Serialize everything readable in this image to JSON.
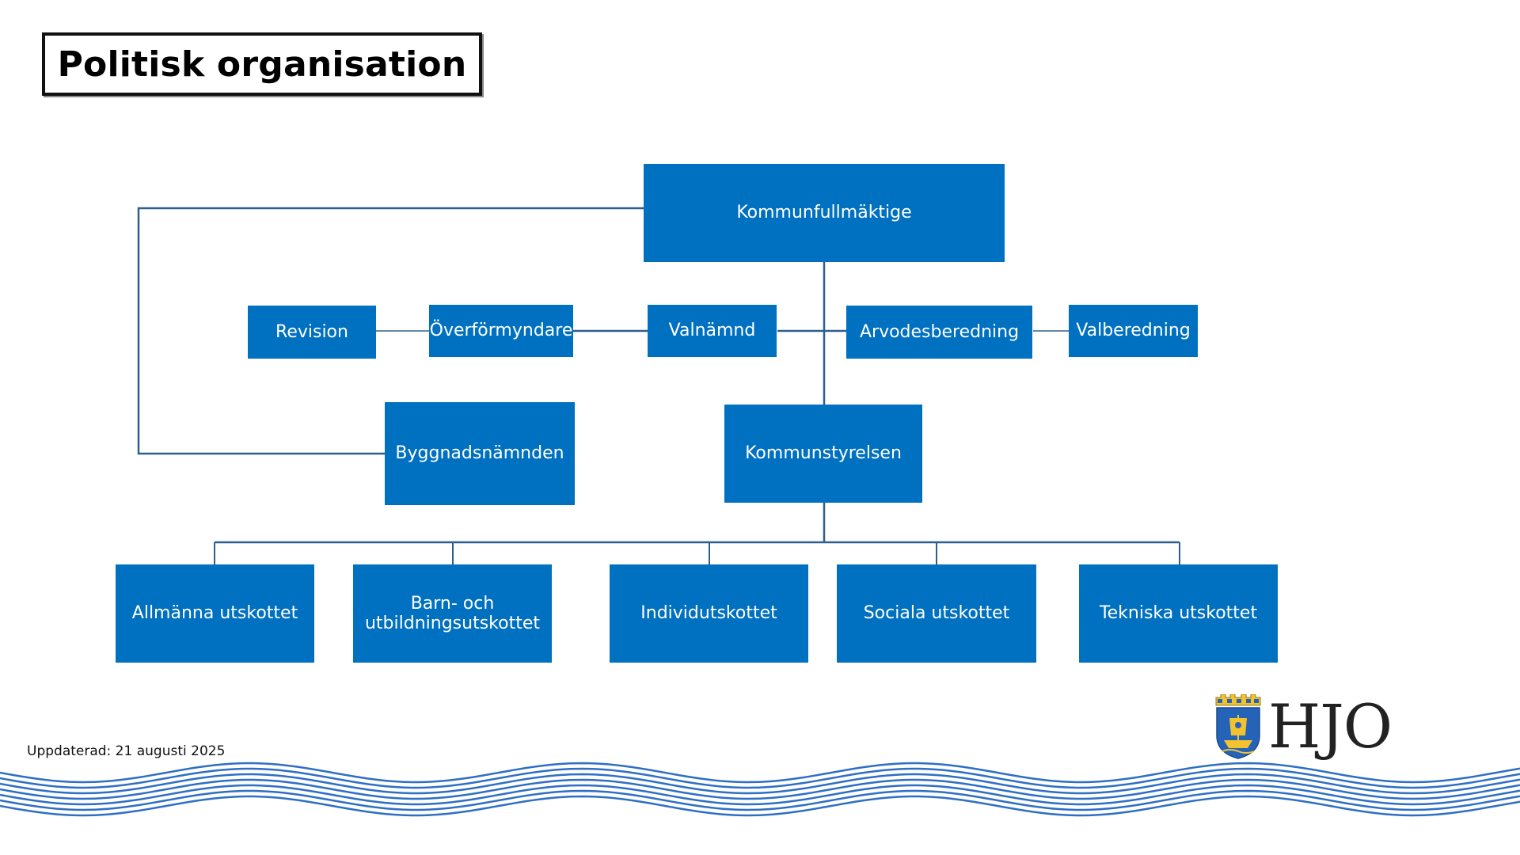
{
  "title": "Politisk organisation",
  "updated": "Uppdaterad: 21 augusti 2025",
  "logo_text": "HJO",
  "colors": {
    "node_fill": "#0070c0",
    "connector": "#2f5f8f",
    "wave": "#2e6fc4",
    "crest_gold": "#f2c230",
    "crest_blue": "#2563b8"
  },
  "nodes": {
    "kommunfullmaktige": "Kommunfullmäktige",
    "revision": "Revision",
    "overformyndare": "Överförmyndare",
    "valnamnd": "Valnämnd",
    "arvodesberedning": "Arvodesberedning",
    "valberedning": "Valberedning",
    "byggnadsnamnden": "Byggnadsnämnden",
    "kommunstyrelsen": "Kommunstyrelsen",
    "allmanna": "Allmänna utskottet",
    "barn": "Barn- och\nutbildningsutskottet",
    "individ": "Individutskottet",
    "sociala": "Sociala utskottet",
    "tekniska": "Tekniska utskottet"
  }
}
